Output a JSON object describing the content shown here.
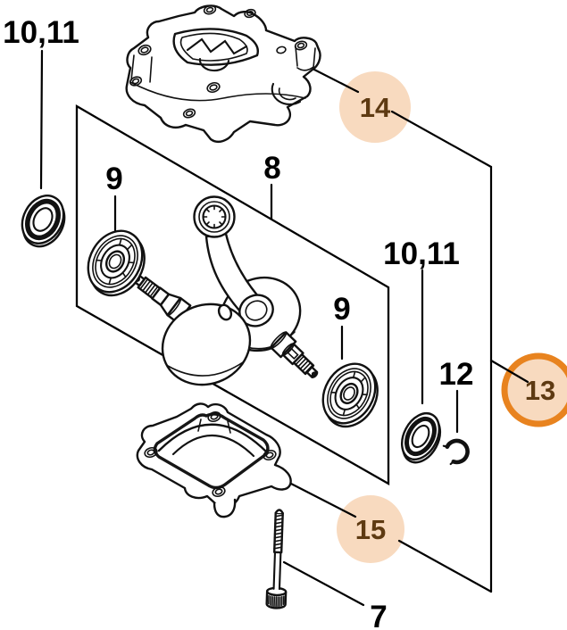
{
  "diagram": {
    "title": "crankcase-crankshaft-exploded-parts-diagram",
    "background": "#ffffff",
    "stroke_color": "#111111",
    "label_color": "#000000",
    "highlight_fill": "#f8dabf",
    "highlight_ring": "#e8831f",
    "highlight_text": "#5e3a12",
    "part_labels": {
      "seal_left": "10,11",
      "bearing_left": "9",
      "crankshaft": "8",
      "bearing_right": "9",
      "seal_right": "10,11",
      "circlip": "12",
      "screw": "7"
    },
    "callouts": {
      "assembly": "13",
      "crankcase_half_upper": "14",
      "crankcase_half_lower": "15"
    }
  }
}
